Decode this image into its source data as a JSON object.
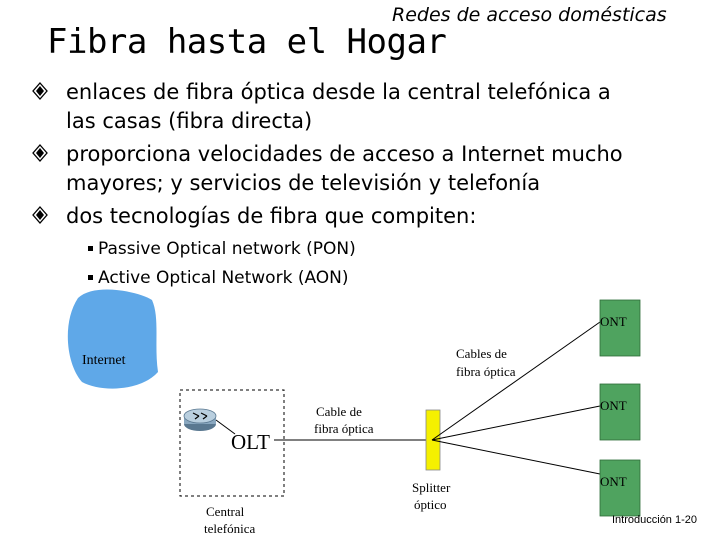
{
  "header": {
    "subtitle": "Redes de acceso domésticas",
    "title": "Fibra hasta el Hogar"
  },
  "bullets": [
    {
      "lines": [
        "enlaces de fibra óptica desde la central telefónica a",
        "las casas (fibra directa)"
      ]
    },
    {
      "lines": [
        "proporciona velocidades de acceso a Internet mucho",
        "mayores; y servicios de televisión y telefonía"
      ]
    },
    {
      "lines": [
        "dos tecnologías de fibra que compiten:"
      ],
      "subitems": [
        "Passive Optical network (PON)",
        "Active Optical Network (AON)"
      ]
    }
  ],
  "diagram": {
    "internet_label": "Internet",
    "olt_label": "OLT",
    "central_label": [
      "Central",
      "telefónica"
    ],
    "cable_label": [
      "Cable de",
      "fibra óptica"
    ],
    "cables_label": [
      "Cables de",
      "fibra óptica"
    ],
    "splitter_label": [
      "Splitter",
      "óptico"
    ],
    "ont_labels": [
      "ONT",
      "ONT",
      "ONT"
    ],
    "colors": {
      "internet_cloud": "#5fa8e8",
      "ont_box": "#4fa35f",
      "splitter": "#f5f000",
      "router": "#8aa8c0"
    }
  },
  "footer": {
    "page_ref": "Introducción 1-20"
  }
}
